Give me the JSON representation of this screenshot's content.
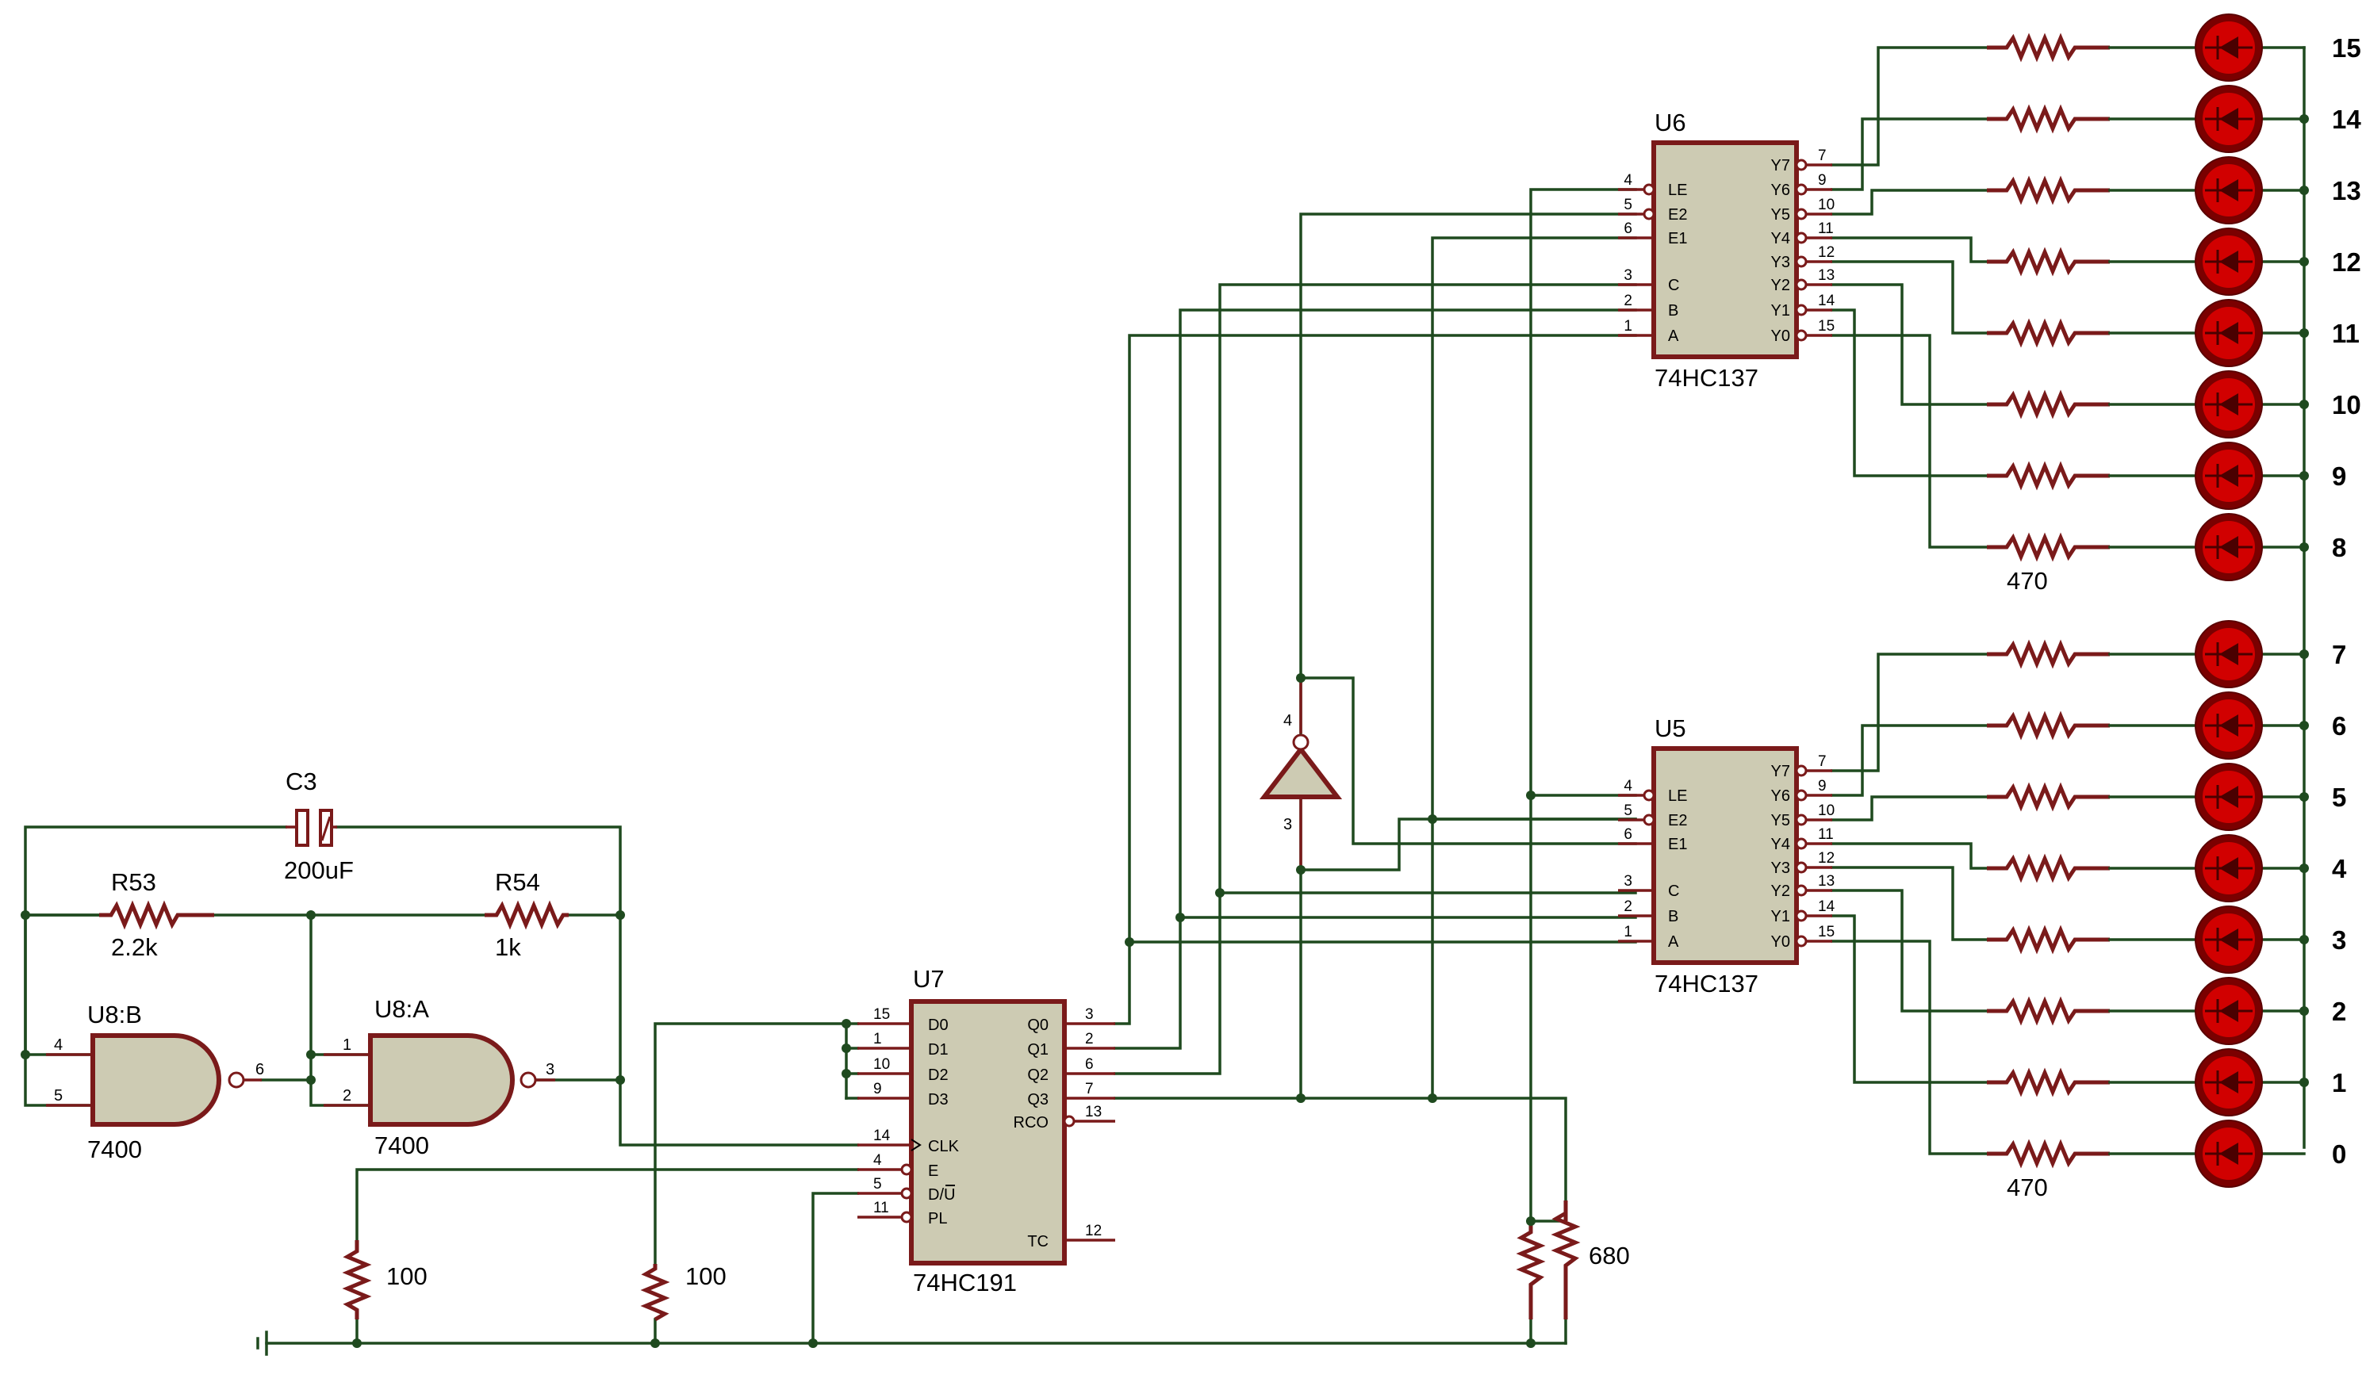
{
  "led_outputs": [
    "15",
    "14",
    "13",
    "12",
    "11",
    "10",
    "9",
    "8",
    "7",
    "6",
    "5",
    "4",
    "3",
    "2",
    "1",
    "0"
  ],
  "led_resistor_value": "470",
  "decoder_part": "74HC137",
  "decoder_refs": [
    "U6",
    "U5"
  ],
  "decoder_left_pins": [
    {
      "name": "LE",
      "num": "4"
    },
    {
      "name": "E2",
      "num": "5"
    },
    {
      "name": "E1",
      "num": "6"
    },
    {
      "name": "C",
      "num": "3"
    },
    {
      "name": "B",
      "num": "2"
    },
    {
      "name": "A",
      "num": "1"
    }
  ],
  "decoder_right_pins": [
    {
      "name": "Y7",
      "num": "7"
    },
    {
      "name": "Y6",
      "num": "9"
    },
    {
      "name": "Y5",
      "num": "10"
    },
    {
      "name": "Y4",
      "num": "11"
    },
    {
      "name": "Y3",
      "num": "12"
    },
    {
      "name": "Y2",
      "num": "13"
    },
    {
      "name": "Y1",
      "num": "14"
    },
    {
      "name": "Y0",
      "num": "15"
    }
  ],
  "counter": {
    "ref": "U7",
    "part": "74HC191",
    "left_pins": [
      {
        "name": "D0",
        "num": "15"
      },
      {
        "name": "D1",
        "num": "1"
      },
      {
        "name": "D2",
        "num": "10"
      },
      {
        "name": "D3",
        "num": "9"
      },
      {
        "name": "CLK",
        "num": "14"
      },
      {
        "name": "E",
        "num": "4"
      },
      {
        "name": "D/U",
        "num": "5"
      },
      {
        "name": "PL",
        "num": "11"
      }
    ],
    "right_pins": [
      {
        "name": "Q0",
        "num": "3"
      },
      {
        "name": "Q1",
        "num": "2"
      },
      {
        "name": "Q2",
        "num": "6"
      },
      {
        "name": "Q3",
        "num": "7"
      },
      {
        "name": "RCO",
        "num": "13"
      },
      {
        "name": "TC",
        "num": "12"
      }
    ]
  },
  "gate_b": {
    "ref": "U8:B",
    "part": "7400",
    "in_pins": [
      "4",
      "5"
    ],
    "out_pin": "6"
  },
  "gate_a": {
    "ref": "U8:A",
    "part": "7400",
    "in_pins": [
      "1",
      "2"
    ],
    "out_pin": "3"
  },
  "capacitor": {
    "ref": "C3",
    "value": "200uF"
  },
  "r53": {
    "ref": "R53",
    "value": "2.2k"
  },
  "r54": {
    "ref": "R54",
    "value": "1k"
  },
  "resistor_100": "100",
  "resistor_680": "680",
  "inverter_pins": {
    "in": "4",
    "out": "3"
  }
}
